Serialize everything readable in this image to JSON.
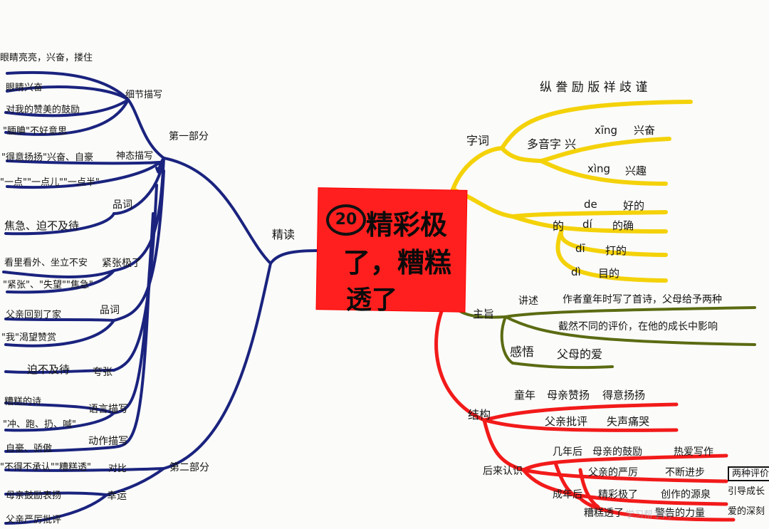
{
  "colors": {
    "left_branch": "#1a237e",
    "word_branch": "#f4d20a",
    "theme_branch": "#5a6b12",
    "structure_branch": "#f21a1a",
    "center_fill": "#ff1f1f"
  },
  "center": {
    "number": "20",
    "line1": "精彩极",
    "line2": "了，糟糕",
    "line3": "透了"
  },
  "left": {
    "main": "精读",
    "part1": "第一部分",
    "part2": "第二部分",
    "xijie": "细节描写",
    "shentai": "神态描写",
    "pinci1": "品词",
    "pinci2": "品词",
    "kuazhang": "夸张",
    "yuyan": "语言描写",
    "dongzuo": "动作描写",
    "duibi": "对比",
    "jiaoliang": "紧张极了",
    "xingfu": "幸运",
    "notes": {
      "n1": "眼睛亮亮，兴奋，搂住",
      "n2": "眼睛兴奋",
      "n3": "对我的赞美的鼓励",
      "n4": "\"腼腆\"不好意思",
      "n5": "\"得意扬扬\"兴奋、自豪",
      "n6": "\"一点\"\"一点儿\"\"一点半\"",
      "n7": "焦急、迫不及待",
      "n8": "看里看外、坐立不安",
      "n9": "\"紧张\"、\"失望\"\"焦急\"",
      "n10": "父亲回到了家",
      "n11": "\"我\"渴望赞赏",
      "n12": "迫不及待",
      "n13": "糟糕的诗",
      "n14": "\"冲、跑、扔、喊\"",
      "n15": "自豪、骄傲",
      "n16": "\"不得不承认\"\"糟糕透\"",
      "n17": "母亲鼓励表扬",
      "n18": "父亲严厉批评"
    }
  },
  "right": {
    "ciyu": "字词",
    "char_row": "纵 誊 励 版 祥 歧 谨",
    "duoyin": "多音字 兴",
    "xing1_py": "xīng",
    "xing1_w": "兴奋",
    "xing2_py": "xìng",
    "xing2_w": "兴趣",
    "de_char": "的",
    "de_py": "de",
    "de_w": "好的",
    "di1_py": "dí",
    "di1_w": "的确",
    "di2_py": "dī",
    "di2_w": "打的",
    "di3_py": "dì",
    "di3_w": "目的",
    "zhuzhi": "主旨",
    "jishu": "讲述",
    "zhuzhi_1": "作者童年时写了首诗，父母给予两种",
    "zhuzhi_2": "截然不同的评价，在他的成长中影响",
    "ganwu": "感悟",
    "ganwu_w": "父母的爱",
    "jiegou": "结构",
    "tongnian": "童年",
    "mq_bz": "母亲赞扬",
    "deyi": "得意扬扬",
    "fq_pp": "父亲批评",
    "shisheng": "失声痛哭",
    "huiyi": "后来认识",
    "jiuniansuo": "几年后",
    "mq_gl": "母亲的鼓励",
    "reqing": "热爱写作",
    "fq_yl": "父亲的严厉",
    "buduan": "不断进步",
    "chengnian": "成年后",
    "jc_jl": "精彩极了",
    "chuangzuo": "创作的源泉",
    "zg_tl": "糟糕透了",
    "jinbu": "警告的力量",
    "box1": "两种评价",
    "box2": "引导成长",
    "box3": "爱的深刻"
  },
  "watermark": "学习帮手网"
}
